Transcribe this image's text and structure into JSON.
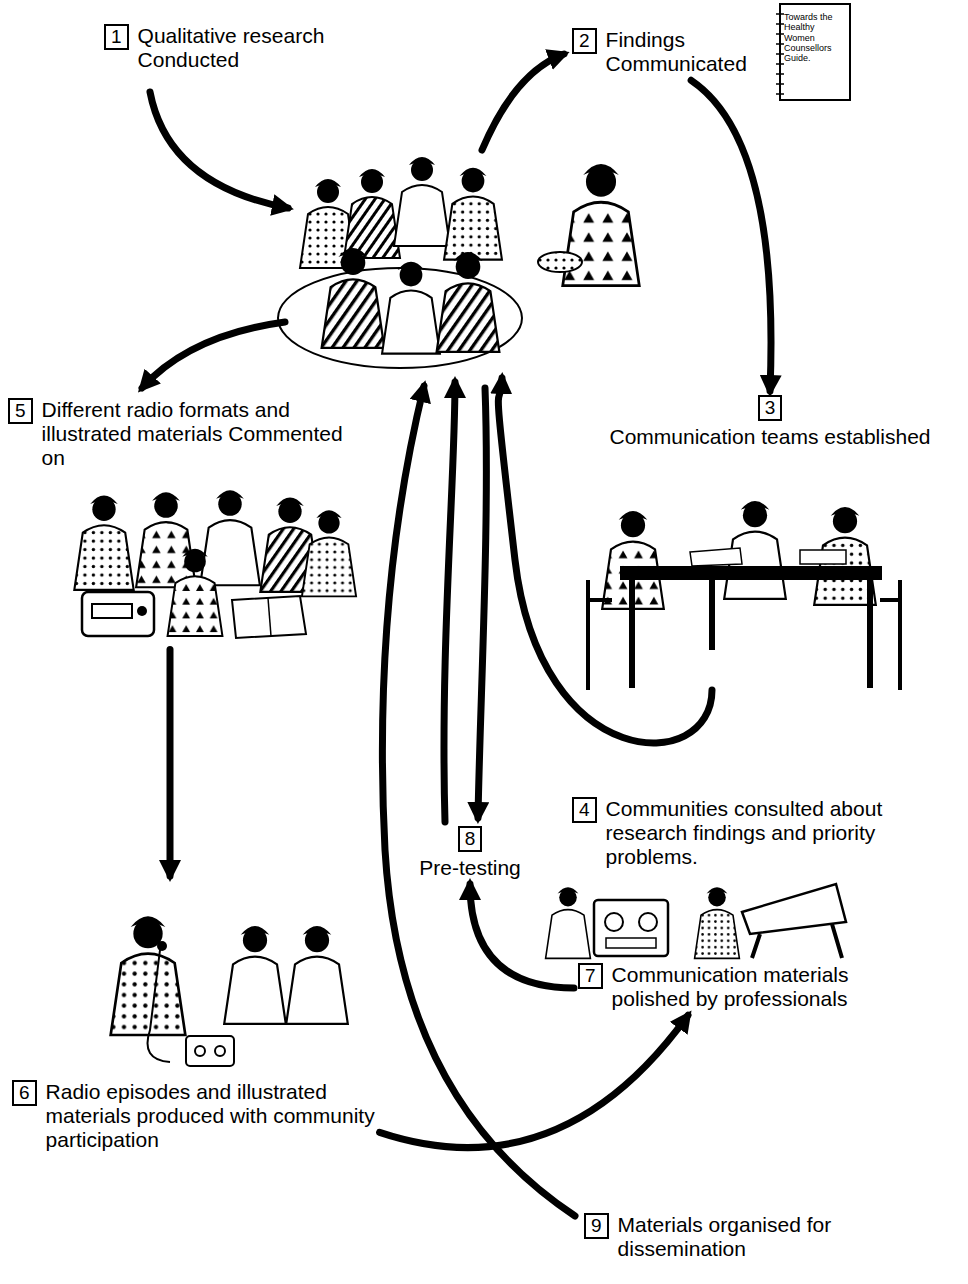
{
  "diagram": {
    "nodes": [
      {
        "text": [
          "1",
          "Qualitative research Conducted"
        ]
      },
      {
        "text": [
          "2",
          "Findings Communicated"
        ]
      },
      {
        "text": [
          "3",
          "Communication teams established"
        ]
      },
      {
        "text": [
          "4",
          "Communities consulted about research findings and priority problems."
        ]
      },
      {
        "text": [
          "5",
          "Different radio formats and illustrated materials Commented on"
        ]
      },
      {
        "text": [
          "6",
          "Radio episodes and illustrated materials produced with community participation"
        ]
      },
      {
        "text": [
          "7",
          "Communication materials polished by professionals"
        ]
      },
      {
        "text": [
          "8",
          "Pre-testing"
        ]
      },
      {
        "text": [
          "9",
          "Materials organised for dissemination"
        ]
      }
    ],
    "edges": [
      {
        "from": 1,
        "to": 2,
        "arrow": "to"
      },
      {
        "from": 4,
        "to": 5,
        "arrow": "to"
      },
      {
        "from": 5,
        "to": 6,
        "arrow": "to"
      },
      {
        "from": 6,
        "to": 7,
        "arrow": "to"
      }
    ],
    "labels": [
      "Towards the Healthy Women Counsellors Guide."
    ]
  }
}
